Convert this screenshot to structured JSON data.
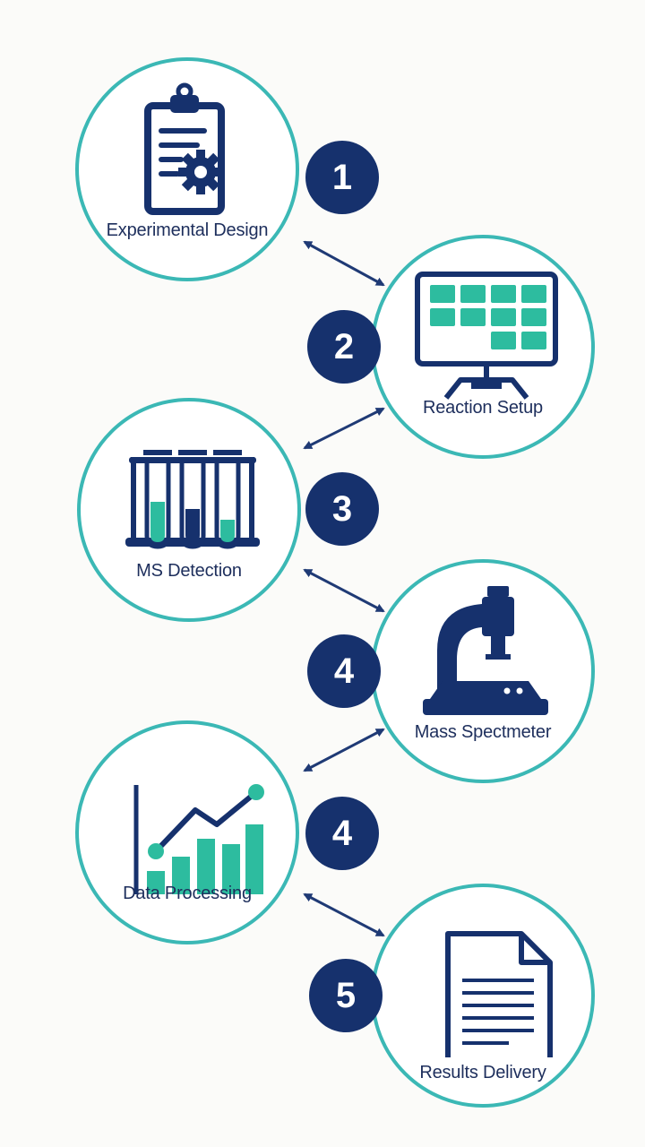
{
  "colors": {
    "navy": "#16316d",
    "teal": "#3bb8b5",
    "fill_teal": "#2dbc9f",
    "background": "#fbfbf9"
  },
  "steps": [
    {
      "number": "1",
      "label": "Experimental Design",
      "icon": "clipboard-gear-icon"
    },
    {
      "number": "2",
      "label": "Reaction Setup",
      "icon": "monitor-grid-icon"
    },
    {
      "number": "3",
      "label": "MS Detection",
      "icon": "test-tubes-icon"
    },
    {
      "number": "4",
      "label": "Mass Spectmeter",
      "icon": "microscope-icon"
    },
    {
      "number": "4",
      "label": "Data Processing",
      "icon": "bar-chart-icon"
    },
    {
      "number": "5",
      "label": "Results Delivery",
      "icon": "document-icon"
    }
  ],
  "connector_style": "double-headed-arrow"
}
